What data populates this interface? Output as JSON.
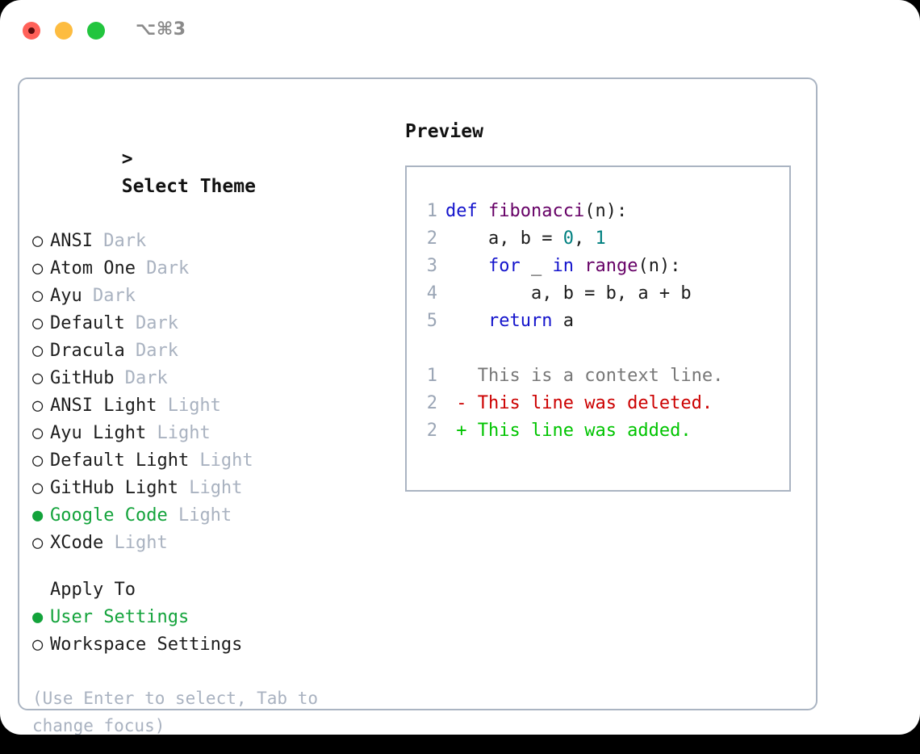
{
  "window": {
    "shortcut_label": "⌥⌘3",
    "traffic_lights": [
      "close",
      "minimize",
      "maximize"
    ]
  },
  "colors": {
    "accent_green": "#13a33b",
    "muted": "#a9b2c0",
    "border": "#aab4c2",
    "keyword_blue": "#1414cc",
    "function_purple": "#660066",
    "number_teal": "#008080",
    "diff_delete_red": "#cc0000",
    "diff_add_green": "#00c400",
    "linenumber": "#9aa5b5"
  },
  "theme_list": {
    "prompt": ">",
    "title": "Select Theme",
    "items": [
      {
        "bullet": "○",
        "label": "ANSI",
        "tag": "Dark",
        "selected": false
      },
      {
        "bullet": "○",
        "label": "Atom One",
        "tag": "Dark",
        "selected": false
      },
      {
        "bullet": "○",
        "label": "Ayu",
        "tag": "Dark",
        "selected": false
      },
      {
        "bullet": "○",
        "label": "Default",
        "tag": "Dark",
        "selected": false
      },
      {
        "bullet": "○",
        "label": "Dracula",
        "tag": "Dark",
        "selected": false
      },
      {
        "bullet": "○",
        "label": "GitHub",
        "tag": "Dark",
        "selected": false
      },
      {
        "bullet": "○",
        "label": "ANSI Light",
        "tag": "Light",
        "selected": false
      },
      {
        "bullet": "○",
        "label": "Ayu Light",
        "tag": "Light",
        "selected": false
      },
      {
        "bullet": "○",
        "label": "Default Light",
        "tag": "Light",
        "selected": false
      },
      {
        "bullet": "○",
        "label": "GitHub Light",
        "tag": "Light",
        "selected": false
      },
      {
        "bullet": "●",
        "label": "Google Code",
        "tag": "Light",
        "selected": true
      },
      {
        "bullet": "○",
        "label": "XCode",
        "tag": "Light",
        "selected": false
      }
    ]
  },
  "apply_to": {
    "title": "Apply To",
    "items": [
      {
        "bullet": "●",
        "label": "User Settings",
        "selected": true
      },
      {
        "bullet": "○",
        "label": "Workspace Settings",
        "selected": false
      }
    ]
  },
  "hint": "(Use Enter to select, Tab to change focus)",
  "preview": {
    "title": "Preview",
    "code_lines": [
      {
        "number": "1",
        "tokens": [
          {
            "text": "def ",
            "type": "kw"
          },
          {
            "text": "fibonacci",
            "type": "fn"
          },
          {
            "text": "(n):",
            "type": "pl"
          }
        ]
      },
      {
        "number": "2",
        "tokens": [
          {
            "text": "    a, b = ",
            "type": "pl"
          },
          {
            "text": "0",
            "type": "num"
          },
          {
            "text": ", ",
            "type": "pl"
          },
          {
            "text": "1",
            "type": "num"
          }
        ]
      },
      {
        "number": "3",
        "tokens": [
          {
            "text": "    for ",
            "type": "kw"
          },
          {
            "text": "_ ",
            "type": "pl"
          },
          {
            "text": "in ",
            "type": "kw"
          },
          {
            "text": "range",
            "type": "fn"
          },
          {
            "text": "(n):",
            "type": "pl"
          }
        ]
      },
      {
        "number": "4",
        "tokens": [
          {
            "text": "        a, b = b, a + b",
            "type": "pl"
          }
        ]
      },
      {
        "number": "5",
        "tokens": [
          {
            "text": "    return ",
            "type": "kw"
          },
          {
            "text": "a",
            "type": "pl"
          }
        ]
      }
    ],
    "diff_lines": [
      {
        "number": "1",
        "marker": " ",
        "text": "This is a context line.",
        "kind": "context"
      },
      {
        "number": "2",
        "marker": "-",
        "text": "This line was deleted.",
        "kind": "delete"
      },
      {
        "number": "2",
        "marker": "+",
        "text": "This line was added.",
        "kind": "add"
      }
    ]
  }
}
